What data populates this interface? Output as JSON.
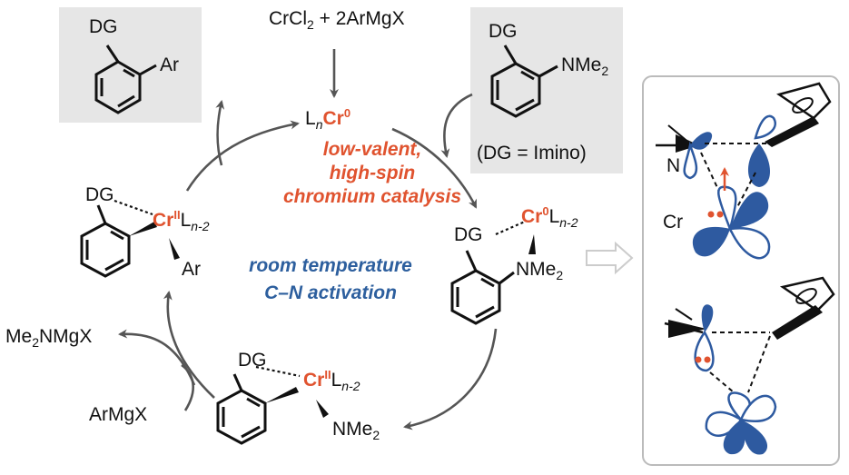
{
  "reagents": {
    "cr_source": "CrCl",
    "cr_source_sub": "2",
    "grignard": " + 2ArMgX"
  },
  "product": {
    "dg": "DG",
    "ar": "Ar"
  },
  "substrate": {
    "dg": "DG",
    "nme": "NMe",
    "nme_sub": "2",
    "note": "(DG = Imino)"
  },
  "catalyst": {
    "L": "L",
    "n": "n",
    "cr": "Cr",
    "ox": "0"
  },
  "theme_orange": [
    "low-valent,",
    "high-spin",
    "chromium catalysis"
  ],
  "theme_blue": [
    "room temperature",
    "C–N activation"
  ],
  "intermediate_right": {
    "dg": "DG",
    "cr": "Cr",
    "ox": "0",
    "L": "L",
    "sub": "n-2",
    "nme": "NMe",
    "nme_sub": "2"
  },
  "intermediate_left": {
    "dg": "DG",
    "cr": "Cr",
    "ox": "II",
    "L": "L",
    "sub": "n-2",
    "ar": "Ar"
  },
  "intermediate_bottom": {
    "dg": "DG",
    "cr": "Cr",
    "ox": "II",
    "L": "L",
    "sub": "n-2",
    "nme": "NMe",
    "nme_sub": "2"
  },
  "byproduct": {
    "text": "Me",
    "sub": "2",
    "rest": "NMgX"
  },
  "reagent_in": "ArMgX",
  "orbital_panel": {
    "n_label": "N",
    "cr_label": "Cr"
  },
  "colors": {
    "chromium": "#e0532f",
    "blue_text": "#2d5f9e",
    "orbital": "#2e5aa0",
    "box_gray": "#e6e6e6"
  }
}
